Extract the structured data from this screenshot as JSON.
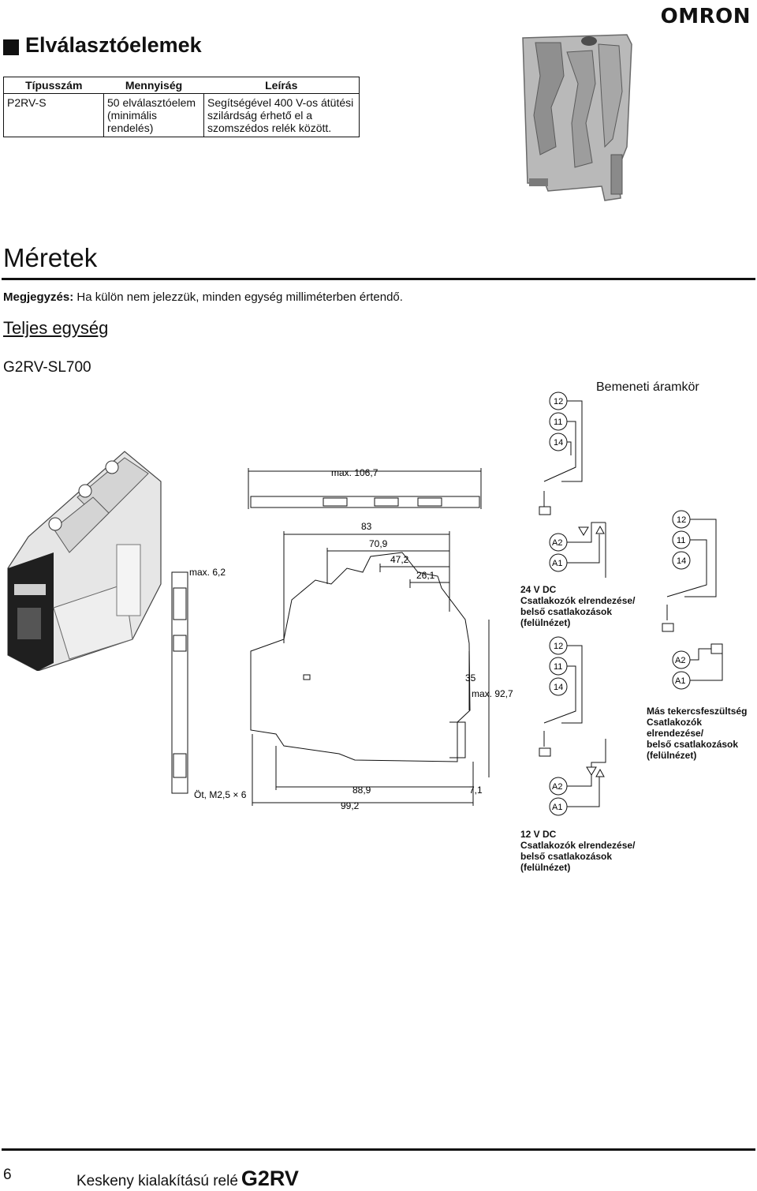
{
  "brand": {
    "logo": "OMRON"
  },
  "section1": {
    "title": "Elválasztóelemek",
    "table": {
      "headers": [
        "Típusszám",
        "Mennyiség",
        "Leírás"
      ],
      "rows": [
        [
          "P2RV-S",
          "50 elválasztóelem (minimális rendelés)",
          "Segítségével 400 V-os átütési szilárdság érhető el a szomszédos relék között."
        ]
      ]
    }
  },
  "section2": {
    "title": "Méretek",
    "note_label": "Megjegyzés:",
    "note_text": "Ha külön nem jelezzük, minden egység milliméterben értendő.",
    "subtitle": "Teljes egység",
    "model": "G2RV-SL700"
  },
  "drawing": {
    "dims": {
      "max_106_7": "max. 106,7",
      "d83": "83",
      "d70_9": "70,9",
      "d47_2": "47,2",
      "d26_1": "26,1",
      "max_6_2": "max. 6,2",
      "d35": "35",
      "max_92_7": "max. 92,7",
      "screw": "Öt, M2,5 × 6",
      "d88_9": "88,9",
      "d99_2": "99,2",
      "d7_1": "7,1"
    }
  },
  "circuits": {
    "title": "Bemeneti áramkör",
    "terminals": {
      "t12": "12",
      "t11": "11",
      "t14": "14",
      "a1": "A1",
      "a2": "A2"
    },
    "caption_24v": [
      "24 V DC",
      "Csatlakozók elrendezése/",
      "belső csatlakozások",
      "(felülnézet)"
    ],
    "caption_other": [
      "Más tekercsfeszültség",
      "Csatlakozók",
      "elrendezése/",
      "belső csatlakozások",
      "(felülnézet)"
    ],
    "caption_12v": [
      "12 V DC",
      "Csatlakozók elrendezése/",
      "belső csatlakozások",
      "(felülnézet)"
    ]
  },
  "footer": {
    "page_number": "6",
    "title": "Keskeny kialakítású relé",
    "product": "G2RV"
  }
}
